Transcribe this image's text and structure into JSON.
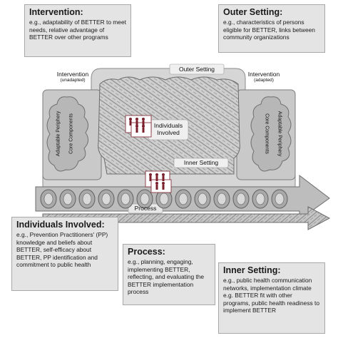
{
  "boxes": {
    "intervention": {
      "title": "Intervention:",
      "body": "e.g., adaptability of BETTER to meet needs, relative advantage of BETTER over other programs"
    },
    "outer_setting": {
      "title": "Outer Setting:",
      "body": "e.g., characteristics of persons eligible for BETTER, links between community organizations"
    },
    "individuals": {
      "title": "Individuals Involved:",
      "body": "e.g., Prevention Practitioners' (PP) knowledge and beliefs about BETTER, self-efficacy about BETTER, PP identification and commitment to public health"
    },
    "process": {
      "title": "Process:",
      "body": "e.g., planning, engaging, implementing BETTER, reflecting, and evaluating the BETTER implementation process"
    },
    "inner_setting": {
      "title": "Inner Setting:",
      "body": "e.g., public health communication networks, implementation climate e.g. BETTER fit with other programs, public health readiness to implement BETTER"
    }
  },
  "diagram": {
    "intervention_left": "Intervention",
    "intervention_left_sub": "(unadapted)",
    "intervention_right": "Intervention",
    "intervention_right_sub": "(adapted)",
    "outer_setting": "Outer Setting",
    "inner_setting": "Inner Setting",
    "individuals_line1": "Individuals",
    "individuals_line2": "Involved",
    "process": "Process",
    "left_periphery": "Adaptable Periphery",
    "left_core": "Core Components",
    "right_periphery": "Adaptable Periphery",
    "right_core": "Core Components"
  },
  "colors": {
    "box_fill": "#e4e4e4",
    "shape_light": "#d2d2d2",
    "shape_mid": "#b8b8b8",
    "shape_dark": "#8a8a8a",
    "people": "#7a1f2b"
  }
}
